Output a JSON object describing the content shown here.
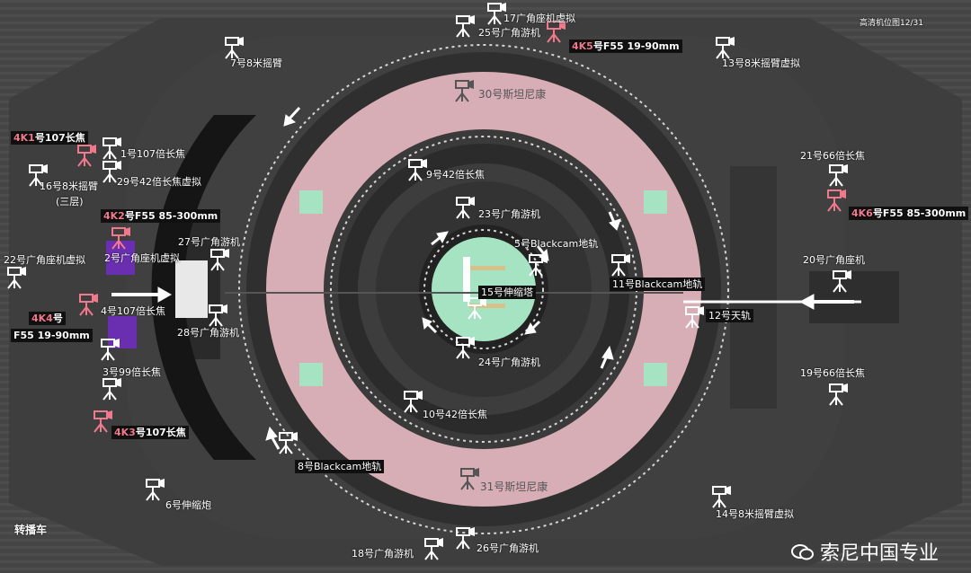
{
  "header": {
    "page_label": "高清机位图12/31"
  },
  "footer": {
    "truck_label": "转播车",
    "brand_text": "索尼中国专业"
  },
  "colors": {
    "pink_ring": "#d8aeb6",
    "green_pad": "#a6e3c2",
    "k4_label": "#f07a8c",
    "purple": "#6a2fb0"
  },
  "cameras": {
    "c1": "1号107倍长焦",
    "c2": "2号广角座机虚拟",
    "c3": "3号99倍长焦",
    "c4": "4号107倍长焦",
    "c5": "5号Blackcam地轨",
    "c6": "6号伸缩炮",
    "c7": "7号8米摇臂",
    "c8": "8号Blackcam地轨",
    "c9": "9号42倍长焦",
    "c10": "10号42倍长焦",
    "c11": "11号Blackcam地轨",
    "c12": "12号天轨",
    "c13": "13号8米摇臂虚拟",
    "c14": "14号8米摇臂虚拟",
    "c15": "15号伸缩塔",
    "c16": "16号8米摇臂",
    "c16b": "(三层)",
    "c17": "17广角座机虚拟",
    "c18": "18号广角游机",
    "c19": "19号66倍长焦",
    "c20": "20号广角座机",
    "c21": "21号66倍长焦",
    "c22": "22号广角座机虚拟",
    "c23": "23号广角游机",
    "c24": "24号广角游机",
    "c25": "25号广角游机",
    "c26": "26号广角游机",
    "c27": "27号广角游机",
    "c28": "28号广角游机",
    "c29": "29号42倍长焦虚拟",
    "c30": "30号斯坦尼康",
    "c31": "31号斯坦尼康"
  },
  "k4": {
    "k1_id": "4K1",
    "k1_desc": "号107长焦",
    "k2_id": "4K2",
    "k2_desc": "号F55 85-300mm",
    "k3_id": "4K3",
    "k3_desc": "号107长焦",
    "k4_id": "4K4",
    "k4_desc": "号",
    "k4_desc2": "F55 19-90mm",
    "k5_id": "4K5",
    "k5_desc": "号F55 19-90mm",
    "k6_id": "4K6",
    "k6_desc": "号F55 85-300mm"
  }
}
